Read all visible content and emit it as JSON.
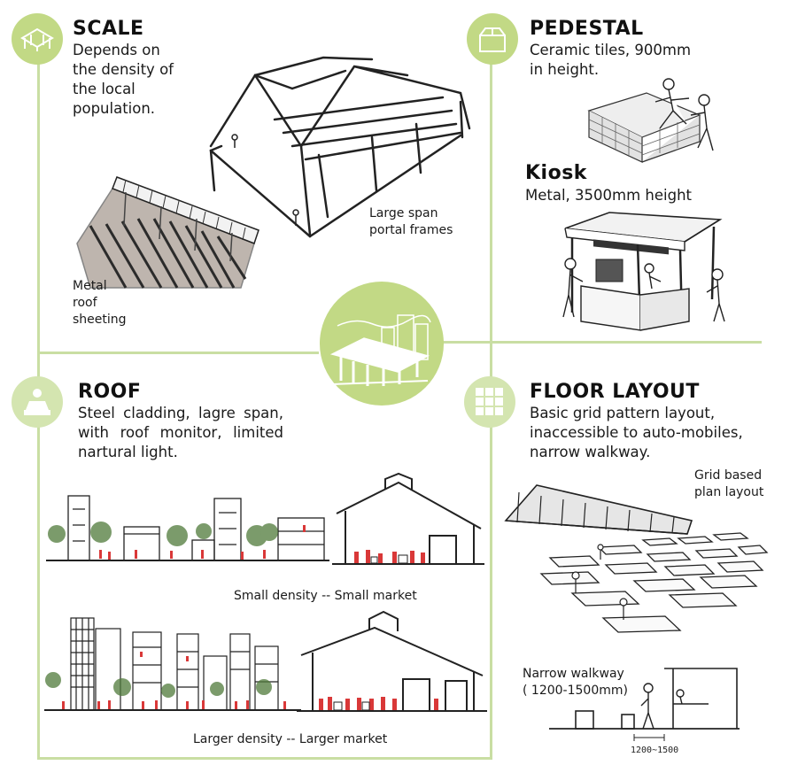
{
  "scale": {
    "title": "SCALE",
    "text": "Depends on the density of the local population.",
    "icon": "roof-frame-icon"
  },
  "pedestal": {
    "title": "PEDESTAL",
    "text": "Ceramic tiles, 900mm in height.",
    "icon": "pedestal-box-icon"
  },
  "kiosk": {
    "title": "Kiosk",
    "text": "Metal, 3500mm height"
  },
  "roof": {
    "title": "ROOF",
    "text": "Steel cladding, lagre span, with roof monitor, limited nartural light.",
    "icon": "vendor-stall-icon"
  },
  "floor_layout": {
    "title": "FLOOR LAYOUT",
    "text": "Basic grid pattern layout, inaccessible to auto-mobiles, narrow walkway.",
    "icon": "grid-icon"
  },
  "labels": {
    "portal_line1": "Large span",
    "portal_line2": "portal frames",
    "metal_line1": "Metal",
    "metal_line2": "roof",
    "metal_line3": "sheeting",
    "grid_line1": "Grid based",
    "grid_line2": "plan layout",
    "small_market": "Small density -- Small market",
    "large_market": "Larger density -- Larger market",
    "walkway_line1": "Narrow walkway",
    "walkway_line2": "( 1200-1500mm)",
    "dimension": "1200~1500"
  },
  "colors": {
    "accent_green": "#c2d985",
    "line_green": "#c9dea3",
    "people_red": "#d93838"
  }
}
